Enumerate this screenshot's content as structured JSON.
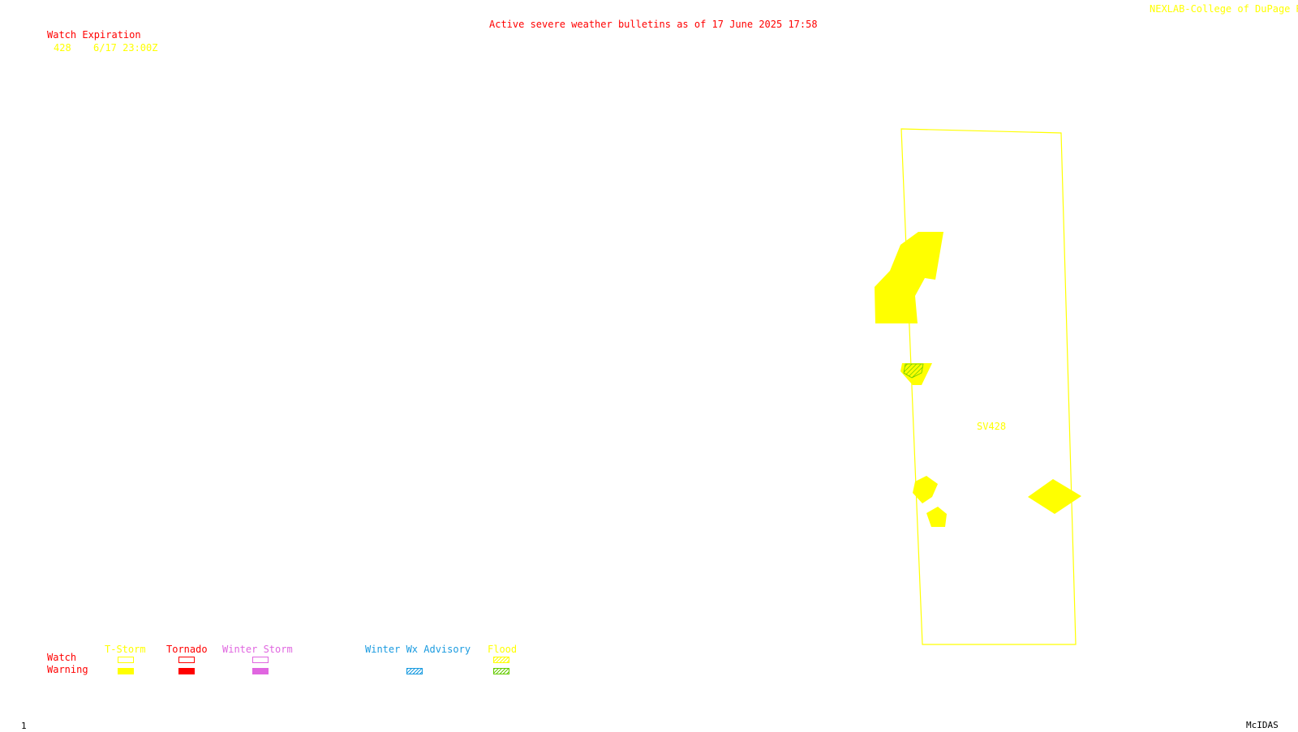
{
  "header": {
    "title": "Active severe weather bulletins as of 17 June 2025 17:58",
    "credit": "NEXLAB-College of DuPage R"
  },
  "watch_list": {
    "heading": "Watch Expiration",
    "entries": [
      {
        "number": "428",
        "expiration": "6/17 23:00Z"
      }
    ]
  },
  "map": {
    "watch_label": "SV428"
  },
  "legend": {
    "row_labels": {
      "watch": "Watch",
      "warning": "Warning"
    },
    "columns": [
      {
        "label": "T-Storm",
        "color": "#ffff00",
        "watch_style": "outline",
        "warning_style": "fill"
      },
      {
        "label": "Tornado",
        "color": "#ff0000",
        "watch_style": "outline",
        "warning_style": "fill"
      },
      {
        "label": "Winter Storm",
        "color": "#e066e0",
        "watch_style": "outline",
        "warning_style": "fill"
      },
      {
        "label": "Winter Wx Advisory",
        "color": "#1a9be0",
        "watch_style": "none",
        "warning_style": "hatch"
      },
      {
        "label": "Flood",
        "color": "#ffff00",
        "watch_style": "hatch",
        "warning_style": "hatch-green"
      }
    ]
  },
  "footer": {
    "frame_number": "1",
    "software": "McIDAS"
  },
  "colors": {
    "title": "#ff0000",
    "credit": "#ffff00",
    "watch_polygon": "#ffff00",
    "warning_fill": "#ffff00",
    "flood_hatch": "#66cc00",
    "footer_text": "#000000"
  }
}
